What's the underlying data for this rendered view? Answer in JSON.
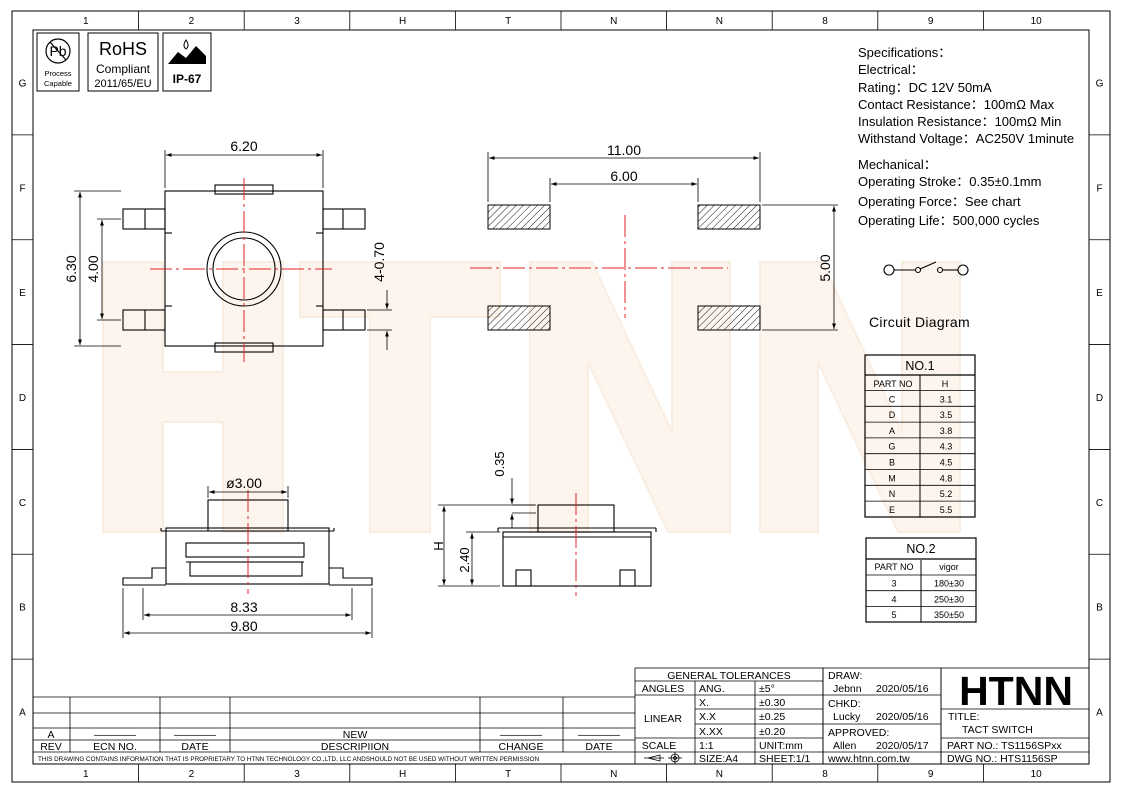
{
  "border": {
    "columns": [
      "1",
      "2",
      "3",
      "H",
      "T",
      "N",
      "N",
      "8",
      "9",
      "10"
    ],
    "rows": [
      "G",
      "F",
      "E",
      "D",
      "C",
      "B",
      "A"
    ]
  },
  "logos": {
    "pb_caption": [
      "Process",
      "Capable"
    ],
    "rohs_title": "RoHS",
    "rohs_sub": "Compliant",
    "rohs_code": "2011/65/EU",
    "ip_rating": "IP-67"
  },
  "watermark": "HTNN",
  "specs": [
    "Specifications：",
    "Electrical：",
    "Rating：DC 12V 50mA",
    "Contact Resistance：100mΩ Max",
    "Insulation Resistance：100mΩ Min",
    "Withstand Voltage：AC250V 1minute",
    "Mechanical：",
    "Operating Stroke：0.35±0.1mm",
    "Operating Force：See chart",
    "Operating Life：500,000 cycles"
  ],
  "circuit_label": "Circuit  Diagram",
  "dimensions": {
    "top_width": "6.20",
    "top_height_outer": "6.30",
    "top_height_inner": "4.00",
    "terminal_dim": "4-0.70",
    "pad_outer": "11.00",
    "pad_inner": "6.00",
    "pad_vertical": "5.00",
    "plunger_dia": "ø3.00",
    "width_body": "8.33",
    "width_total": "9.80",
    "stroke": "0.35",
    "height_h": "H",
    "height_base": "2.40"
  },
  "table1": {
    "title": "NO.1",
    "headers": [
      "PART  NO",
      "H"
    ],
    "rows": [
      [
        "C",
        "3.1"
      ],
      [
        "D",
        "3.5"
      ],
      [
        "A",
        "3.8"
      ],
      [
        "G",
        "4.3"
      ],
      [
        "B",
        "4.5"
      ],
      [
        "M",
        "4.8"
      ],
      [
        "N",
        "5.2"
      ],
      [
        "E",
        "5.5"
      ]
    ]
  },
  "table2": {
    "title": "NO.2",
    "headers": [
      "PART  NO",
      "vigor"
    ],
    "rows": [
      [
        "3",
        "180±30"
      ],
      [
        "4",
        "250±30"
      ],
      [
        "5",
        "350±50"
      ]
    ]
  },
  "revision": {
    "headers": [
      "REV",
      "ECN NO.",
      "DATE",
      "DESCRIPIION",
      "CHANGE",
      "DATE"
    ],
    "row": [
      "A",
      "————",
      "————",
      "NEW",
      "————",
      "————"
    ],
    "disclaimer": "THIS DRAWING CONTAINS INFORMATION THAT IS PROPRIETARY TO HTNN TECHNOLOGY CO.,LTD, LLC ANDSHOULD  NOT BE USED WITHOUT WRITTEN PERMISSION"
  },
  "tolerances": {
    "title": "GENERAL TOLERANCES",
    "angles_label": "ANGLES",
    "ang_label": "ANG.",
    "ang_value": "±5°",
    "linear_label": "LINEAR",
    "x1": "X.",
    "x1_value": "±0.30",
    "x2": "X.X",
    "x2_value": "±0.25",
    "x3": "X.XX",
    "x3_value": "±0.20",
    "scale_label": "SCALE",
    "scale_value": "1:1",
    "unit": "UNIT:mm",
    "size": "SIZE:A4",
    "sheet": "SHEET:1/1"
  },
  "approvals": {
    "draw_label": "DRAW:",
    "draw_name": "Jebnn",
    "draw_date": "2020/05/16",
    "chkd_label": "CHKD:",
    "chkd_name": "Lucky",
    "chkd_date": "2020/05/16",
    "approved_label": "APPROVED:",
    "approved_name": "Allen",
    "approved_date": "2020/05/17",
    "website": "www.htnn.com.tw"
  },
  "title_block": {
    "brand": "HTNN",
    "title_label": "TITLE:",
    "title_value": "TACT SWITCH",
    "part_no": "PART NO.: TS1156SPxx",
    "dwg_no": "DWG  NO.: HTS1156SP"
  }
}
